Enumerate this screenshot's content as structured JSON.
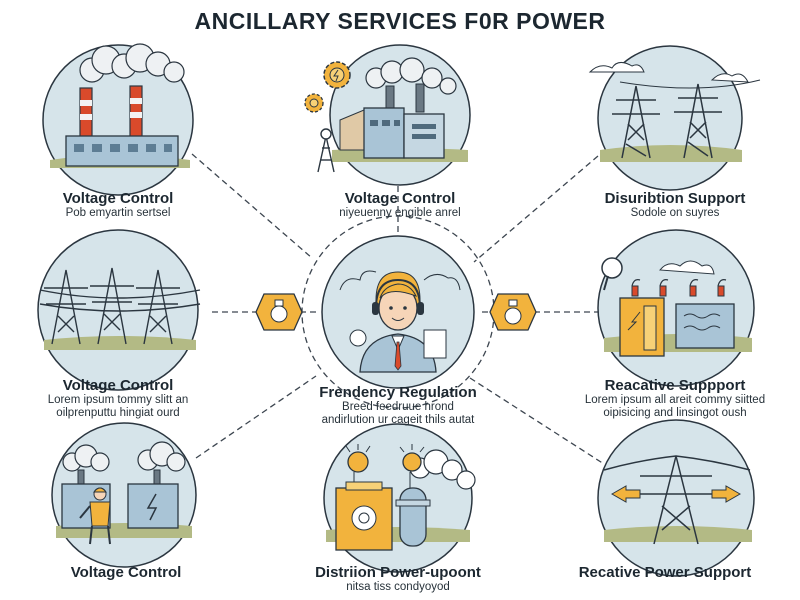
{
  "title": "ANCILLARY SERVICES F0R POWER",
  "center": {
    "title": "Frendency Regulation",
    "desc": [
      "Breed feedruue hrond",
      "andirlution ur cageit thils autat"
    ]
  },
  "nodes": [
    {
      "id": "tl",
      "title": "Voltage Control",
      "desc": [
        "Pob emyartin sertsel"
      ],
      "icon": "power-plant-icon"
    },
    {
      "id": "tc",
      "title": "Voltage Control",
      "desc": [
        "niyeuenny engible anrel"
      ],
      "icon": "factory-gear-icon"
    },
    {
      "id": "tr",
      "title": "Disuribtion Support",
      "desc": [
        "Sodole on suyres"
      ],
      "icon": "transmission-tower-icon"
    },
    {
      "id": "ml",
      "title": "Voltage Control",
      "desc": [
        "Lorem ipsum tommy slitt an",
        "oilprenputtu hingiat ourd"
      ],
      "icon": "transmission-towers-icon"
    },
    {
      "id": "mr",
      "title": "Reacative Suppport",
      "desc": [
        "Lorem ipsum all areit commy siitted",
        "oipisicing and linsingot oush"
      ],
      "icon": "battery-storage-icon"
    },
    {
      "id": "bl",
      "title": "Voltage Control",
      "desc": [],
      "icon": "worker-transformer-icon"
    },
    {
      "id": "bc",
      "title": "Distriion Power-upoont",
      "desc": [
        "nitsa tiss condyoyod"
      ],
      "icon": "generator-icon"
    },
    {
      "id": "br",
      "title": "Recative Power Support",
      "desc": [],
      "icon": "power-tower-arrows-icon"
    }
  ],
  "colors": {
    "sky": "#d6e4ea",
    "ground": "#b3ba85",
    "orange": "#f2b33d",
    "red": "#d94a2b",
    "blue": "#a9c4d6",
    "dark": "#2b3640"
  }
}
